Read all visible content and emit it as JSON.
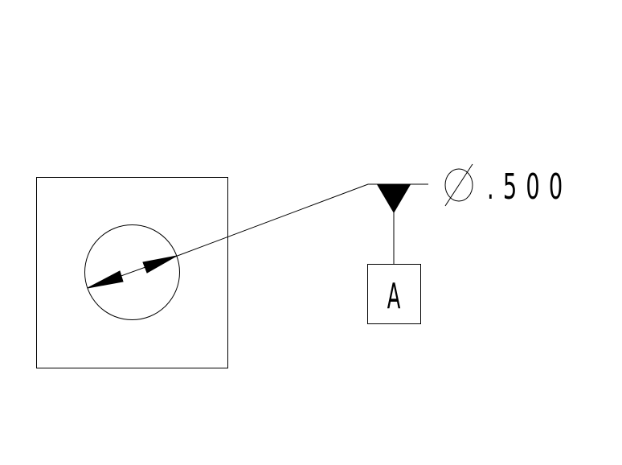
{
  "diagram": {
    "dimension": {
      "diameter_symbol": "diameter-symbol",
      "value": ".500"
    },
    "datum": {
      "label": "A"
    },
    "colors": {
      "line": "#000000",
      "background": "#ffffff"
    }
  }
}
